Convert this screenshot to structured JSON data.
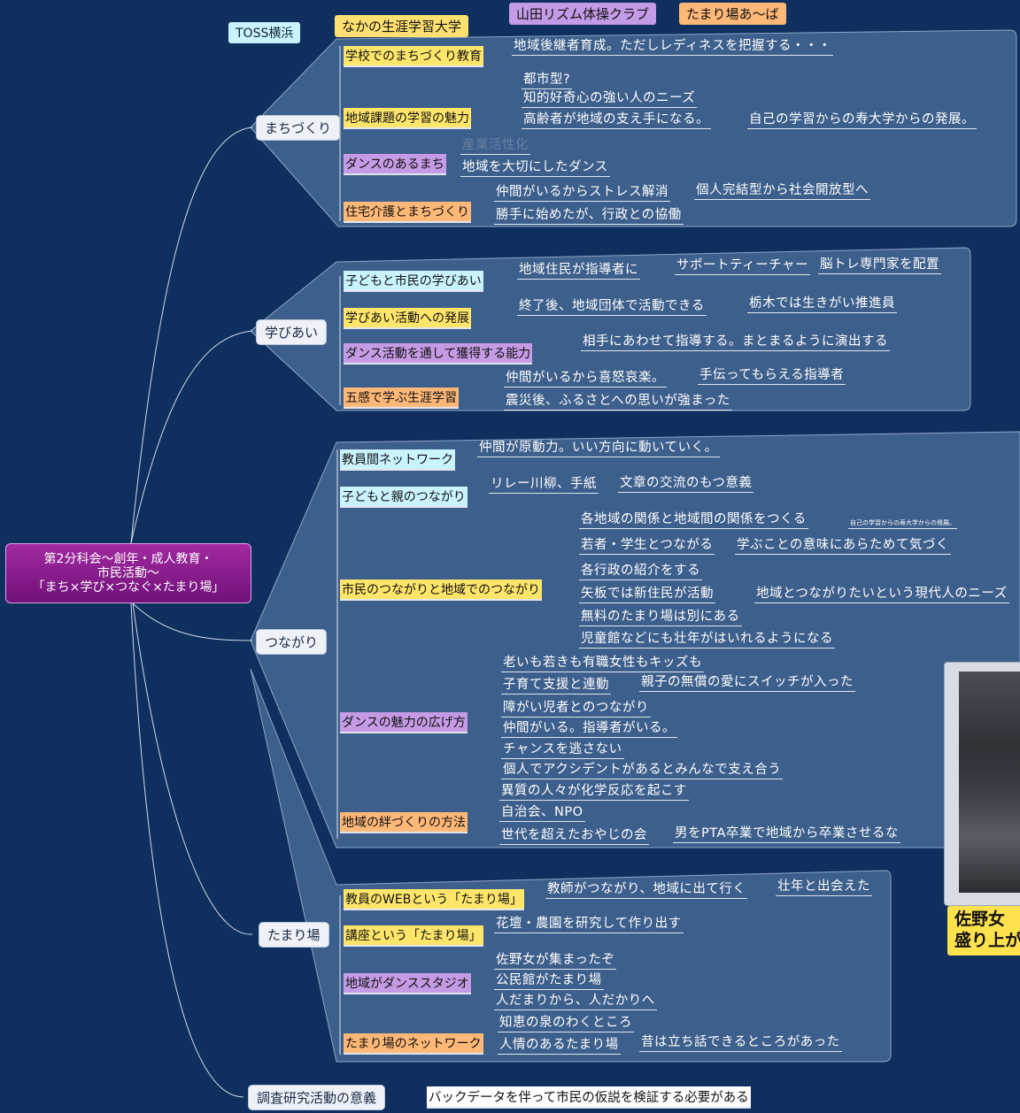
{
  "top_tags": [
    "TOSS横浜",
    "なかの生涯学習大学",
    "山田リズム体操クラブ",
    "たまり場あ〜ば"
  ],
  "root": {
    "line1": "第2分科会〜創年・成人教育・",
    "line2": "市民活動〜",
    "line3": "「まち×学び×つなぐ×たまり場」"
  },
  "branches": {
    "machi": "まちづくり",
    "manabi": "学びあい",
    "tsunagari": "つながり",
    "tamariba": "たまり場",
    "chosa": "調査研究活動の意義"
  },
  "machi": {
    "s1": "学校でのまちづくり教育",
    "s1_l1": "地域後継者育成。ただしレディネスを把握する・・・",
    "s2": "地域課題の学習の魅力",
    "s2_l1": "都市型?",
    "s2_l2": "知的好奇心の強い人のニーズ",
    "s2_l3": "高齢者が地域の支え手になる。",
    "s2_l4": "自己の学習からの寿大学からの発展。",
    "s3": "ダンスのあるまち",
    "s3_l1": "産業活性化",
    "s3_l2": "地域を大切にしたダンス",
    "s4": "住宅介護とまちづくり",
    "s4_l1": "仲間がいるからストレス解消",
    "s4_l2": "個人完結型から社会開放型へ",
    "s4_l3": "勝手に始めたが、行政との協働"
  },
  "manabi": {
    "s1": "子どもと市民の学びあい",
    "s1_l1": "地域住民が指導者に",
    "s1_l2": "サポートティーチャー",
    "s1_l3": "脳トレ専門家を配置",
    "s2": "学びあい活動への発展",
    "s2_l1": "終了後、地域団体で活動できる",
    "s2_l2": "栃木では生きがい推進員",
    "s3": "ダンス活動を通して獲得する能力",
    "s3_l1": "相手にあわせて指導する。まとまるように演出する",
    "s4": "五感で学ぶ生涯学習",
    "s4_l1": "仲間がいるから喜怒哀楽。",
    "s4_l2": "手伝ってもらえる指導者",
    "s4_l3": "震災後、ふるさとへの思いが強まった"
  },
  "tsunagari": {
    "s1": "教員間ネットワーク",
    "s1_l1": "仲間が原動力。いい方向に動いていく。",
    "s2": "子どもと親のつながり",
    "s2_l1": "リレー川柳、手紙",
    "s2_l2": "文章の交流のもつ意義",
    "s3": "市民のつながりと地域でのつながり",
    "s3_l1": "各地域の関係と地域間の関係をつくる",
    "s3_l1b": "自己の学習からの寿大学からの発展。",
    "s3_l2": "若者・学生とつながる",
    "s3_l2b": "学ぶことの意味にあらためて気づく",
    "s3_l3": "各行政の紹介をする",
    "s3_l4": "矢板では新住民が活動",
    "s3_l4b": "地域とつながりたいという現代人のニーズ",
    "s3_l5": "無料のたまり場は別にある",
    "s3_l6": "児童館などにも壮年がはいれるようになる",
    "s4": "ダンスの魅力の広げ方",
    "s4_l1": "老いも若きも有職女性もキッズも",
    "s4_l2": "子育て支援と連動",
    "s4_l2b": "親子の無償の愛にスイッチが入った",
    "s4_l3": "障がい児者とのつながり",
    "s4_l4": "仲間がいる。指導者がいる。",
    "s4_l5": "チャンスを逃さない",
    "s4_l6": "個人でアクシデントがあるとみんなで支え合う",
    "s5": "地域の絆づくりの方法",
    "s5_l1": "異質の人々が化学反応を起こす",
    "s5_l2": "自治会、NPO",
    "s5_l3": "世代を超えたおやじの会",
    "s5_l4": "男をPTA卒業で地域から卒業させるな"
  },
  "tamariba": {
    "s1": "教員のWEBという「たまり場」",
    "s1_l1": "教師がつながり、地域に出て行く",
    "s1_l2": "壮年と出会えた",
    "s2": "講座という「たまり場」",
    "s2_l1": "花壇・農園を研究して作り出す",
    "s3": "地域がダンススタジオ",
    "s3_l1": "佐野女が集まったぞ",
    "s3_l2": "公民館がたまり場",
    "s3_l3": "人だまりから、人だかりへ",
    "s4": "たまり場のネットワーク",
    "s4_l1": "知恵の泉のわくところ",
    "s4_l2": "人情のあるたまり場",
    "s4_l3": "昔は立ち話できるところがあった"
  },
  "chosa": {
    "l1": "バックデータを伴って市民の仮説を検証する必要がある"
  },
  "photo_caption": {
    "line1": "佐野女",
    "line2": "盛り上が"
  },
  "colors": {
    "background": "#0f2f5e",
    "panel": "#3d5f8c",
    "root": "#8a1a8c",
    "yellow": "#ffe56a",
    "cyan": "#c9f3ff",
    "purple": "#c59be5",
    "orange": "#ffb877"
  }
}
